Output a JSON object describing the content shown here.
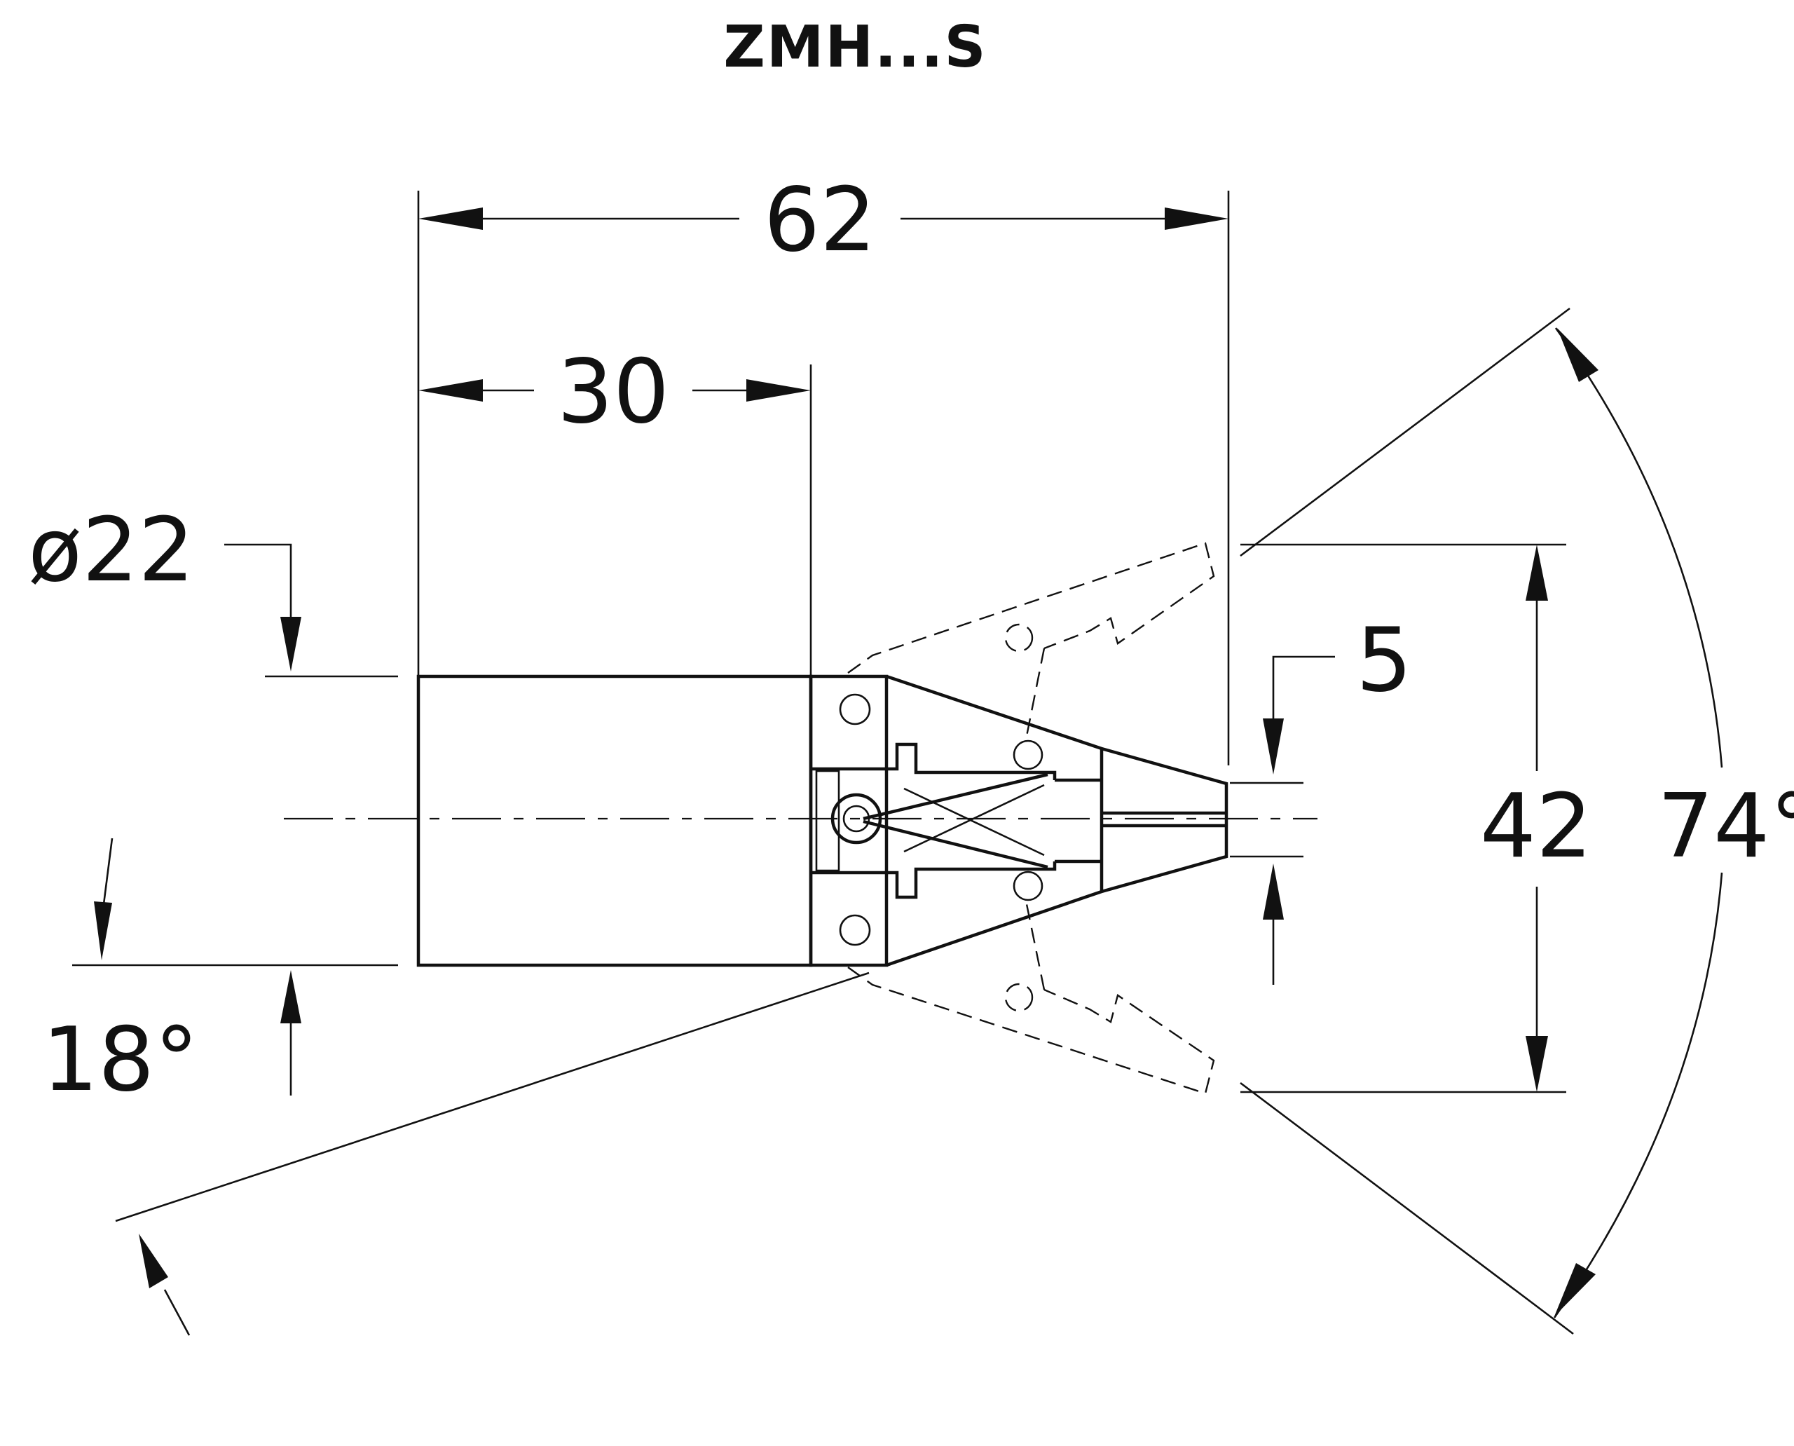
{
  "title": "ZMH...S",
  "dimensions": {
    "overall_length": "62",
    "body_length": "30",
    "diameter": "ø22",
    "finger_gap": "5",
    "open_width": "42",
    "opening_angle": "74°",
    "jaw_angle": "18°"
  }
}
